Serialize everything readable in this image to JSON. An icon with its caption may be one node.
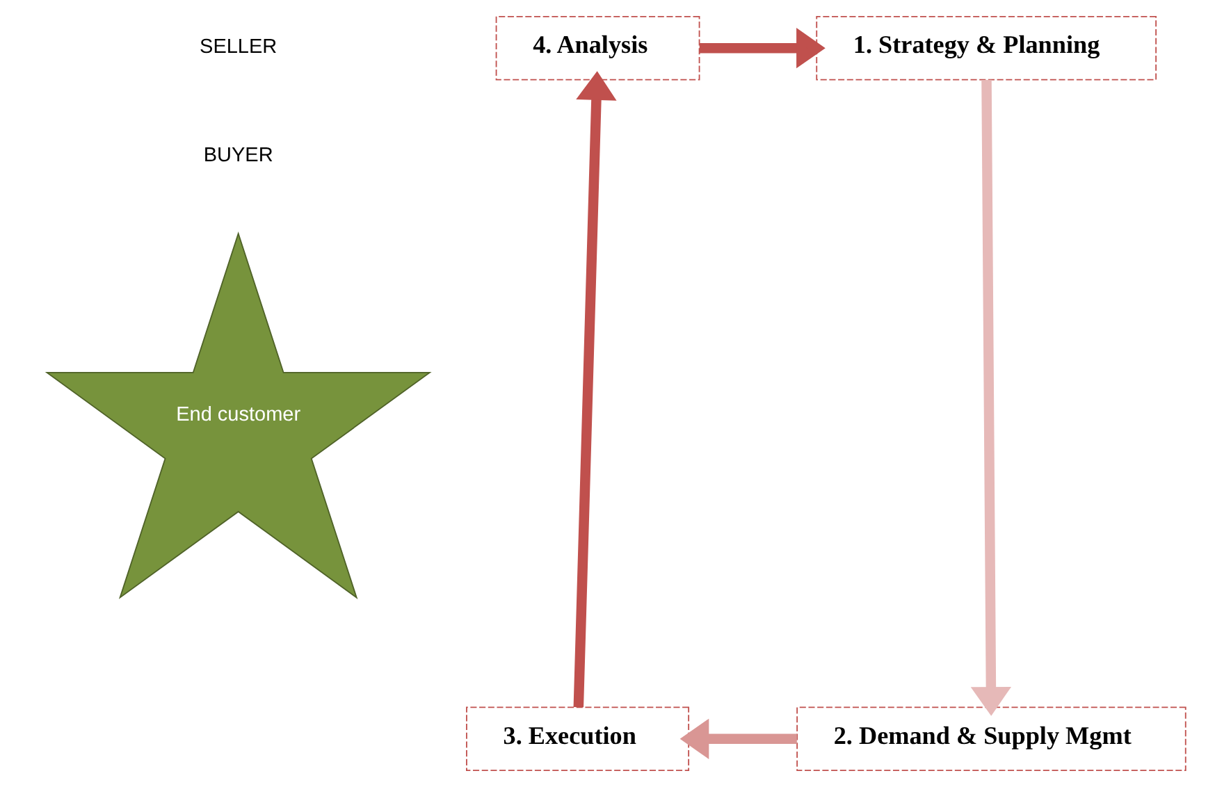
{
  "diagram": {
    "nodes": [
      {
        "text": [
          "4. Analysis"
        ]
      },
      {
        "text": [
          "1. Strategy & Planning"
        ]
      },
      {
        "text": [
          "End customer"
        ]
      },
      {
        "text": [
          "3. Execution"
        ]
      },
      {
        "text": [
          "2. Demand & Supply Mgmt"
        ]
      }
    ],
    "edges": [
      {
        "from": 0,
        "to": 1,
        "arrow": "to",
        "color": "#c0504d"
      },
      {
        "from": 1,
        "to": 4,
        "arrow": "to",
        "color": "#e6b9b8"
      },
      {
        "from": 4,
        "to": 3,
        "arrow": "to",
        "color": "#d99694"
      },
      {
        "from": 3,
        "to": 0,
        "arrow": "to",
        "color": "#c0504d"
      }
    ],
    "labels": [
      "SELLER",
      "BUYER"
    ]
  }
}
